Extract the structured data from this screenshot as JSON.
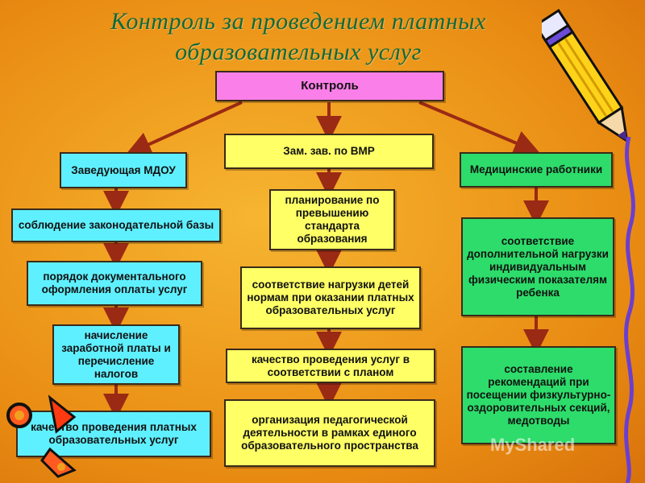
{
  "title": {
    "line1": "Контроль за проведением платных",
    "line2": "образовательных услуг"
  },
  "root": {
    "label": "Контроль"
  },
  "branches": {
    "left": {
      "header": "Заведующая МДОУ",
      "items": [
        "соблюдение законодательной базы",
        "порядок документального оформления оплаты услуг",
        "начисление заработной платы и перечисление налогов",
        "качество проведения платных образовательных услуг"
      ]
    },
    "center": {
      "header": "Зам. зав. по ВМР",
      "items": [
        "планирование по превышению стандарта образования",
        "соответствие нагрузки детей нормам при оказании платных образовательных услуг",
        "качество проведения услуг в соответствии с планом",
        "организация педагогической деятельности в рамках единого образовательного пространства"
      ]
    },
    "right": {
      "header": "Медицинские работники",
      "items": [
        "соответствие дополнительной нагрузки индивидуальным физическим показателям ребенка",
        "составление рекомендаций при посещении физкультурно-оздоровительных секций, медотводы"
      ]
    }
  },
  "watermark": "MyShared",
  "colors": {
    "title": "#0f6a3a",
    "root_fill": "#fb7fe8",
    "yellow_fill": "#ffff66",
    "cyan_fill": "#5ff0ff",
    "green_fill": "#2ddc6a",
    "arrow": "#9a2a14"
  }
}
